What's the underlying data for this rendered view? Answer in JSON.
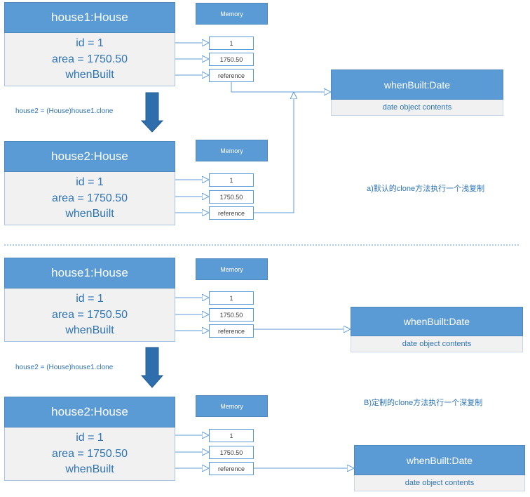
{
  "shallow": {
    "house1": {
      "title": "house1:House",
      "fields": [
        "id = 1",
        "area = 1750.50",
        "whenBuilt"
      ],
      "memory_label": "Memory",
      "values": [
        "1",
        "1750.50",
        "reference"
      ]
    },
    "clone_note": "house2 = (House)house1.clone",
    "house2": {
      "title": "house2:House",
      "fields": [
        "id = 1",
        "area = 1750.50",
        "whenBuilt"
      ],
      "memory_label": "Memory",
      "values": [
        "1",
        "1750.50",
        "reference"
      ]
    },
    "date": {
      "title": "whenBuilt:Date",
      "contents": "date object contents"
    },
    "caption": "a)默认的clone方法执行一个浅复制"
  },
  "deep": {
    "house1": {
      "title": "house1:House",
      "fields": [
        "id = 1",
        "area = 1750.50",
        "whenBuilt"
      ],
      "memory_label": "Memory",
      "values": [
        "1",
        "1750.50",
        "reference"
      ]
    },
    "date1": {
      "title": "whenBuilt:Date",
      "contents": "date object contents"
    },
    "clone_note": "house2 = (House)house1.clone",
    "caption": "B)定制的clone方法执行一个深复制",
    "house2": {
      "title": "house2:House",
      "fields": [
        "id = 1",
        "area = 1750.50",
        "whenBuilt"
      ],
      "memory_label": "Memory",
      "values": [
        "1",
        "1750.50",
        "reference"
      ]
    },
    "date2": {
      "title": "whenBuilt:Date",
      "contents": "date object contents"
    }
  },
  "colors": {
    "accent": "#5b9bd5",
    "text": "#2e74b5",
    "panel": "#f1f1f1"
  }
}
